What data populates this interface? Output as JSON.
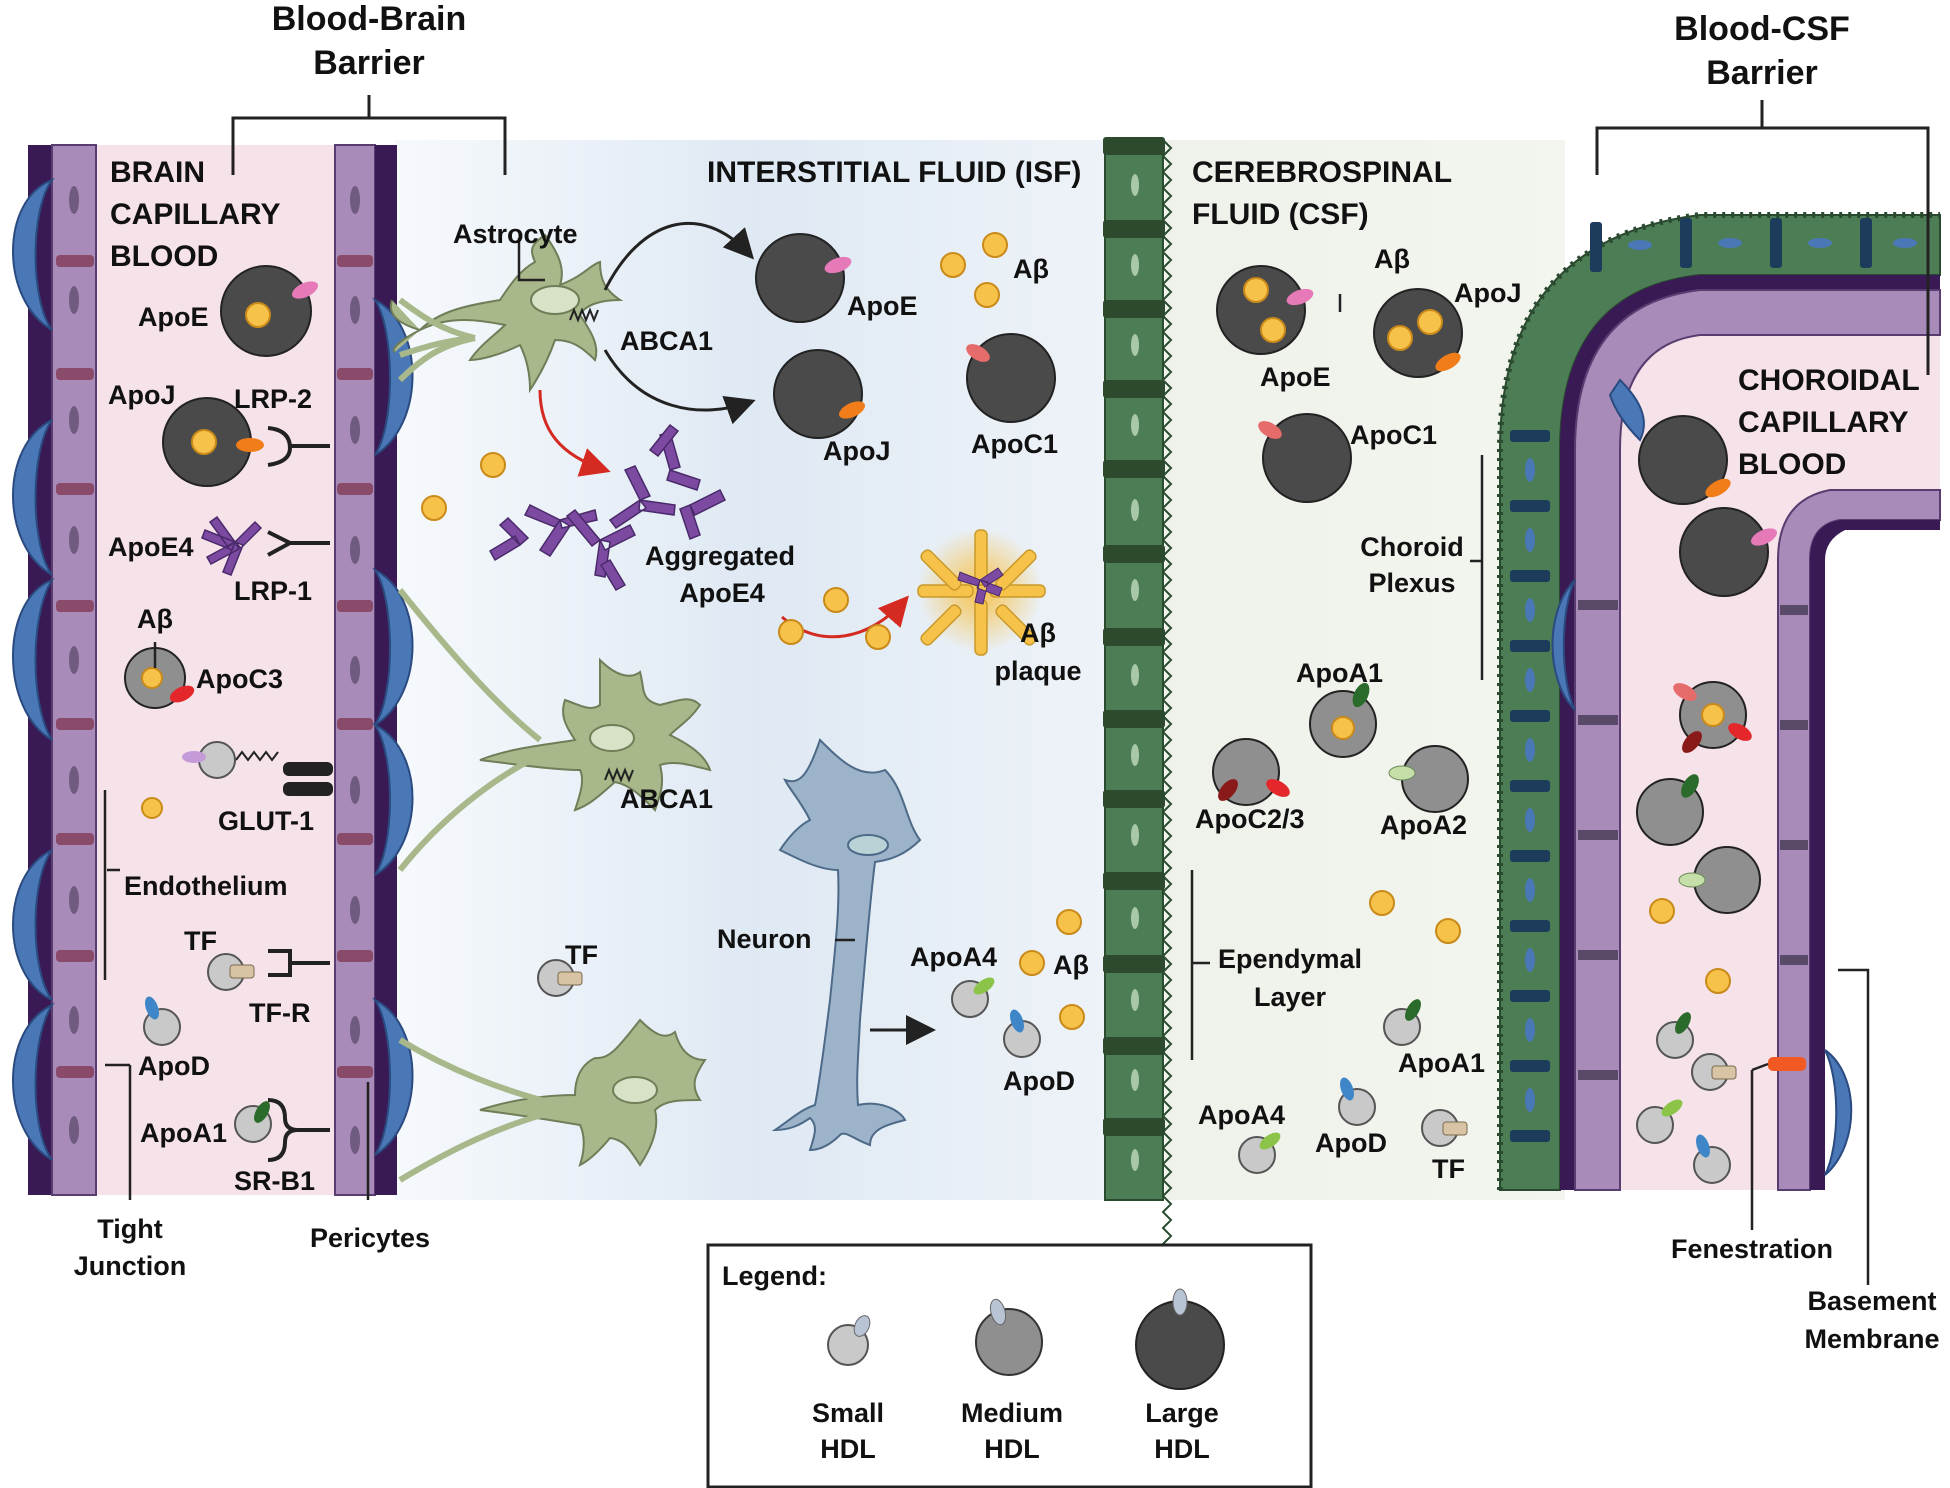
{
  "headers": {
    "bbb_1": "Blood-Brain",
    "bbb_2": "Barrier",
    "bcsf_1": "Blood-CSF",
    "bcsf_2": "Barrier",
    "isf": "INTERSTITIAL FLUID (ISF)",
    "csf_1": "CEREBROSPINAL",
    "csf_2": "FLUID (CSF)",
    "brain_blood_1": "BRAIN",
    "brain_blood_2": "CAPILLARY",
    "brain_blood_3": "BLOOD",
    "choroid_blood_1": "CHOROIDAL",
    "choroid_blood_2": "CAPILLARY",
    "choroid_blood_3": "BLOOD"
  },
  "brain_blood_labels": {
    "apoe": "ApoE",
    "apoj": "ApoJ",
    "lrp2": "LRP-2",
    "apoe4": "ApoE4",
    "lrp1": "LRP-1",
    "abeta": "Aβ",
    "apoc3": "ApoC3",
    "glut1": "GLUT-1",
    "endothelium": "Endothelium",
    "tf": "TF",
    "tfr": "TF-R",
    "apod": "ApoD",
    "apoa1": "ApoA1",
    "srb1": "SR-B1",
    "tight_1": "Tight",
    "tight_2": "Junction",
    "pericytes": "Pericytes"
  },
  "isf_labels": {
    "astrocyte": "Astrocyte",
    "abca1_top": "ABCA1",
    "apoe": "ApoE",
    "apoj": "ApoJ",
    "abeta_top": "Aβ",
    "apoc1": "ApoC1",
    "agg_1": "Aggregated",
    "agg_2": "ApoE4",
    "plaque_1": "Aβ",
    "plaque_2": "plaque",
    "abca1_mid": "ABCA1",
    "neuron": "Neuron",
    "tf": "TF",
    "apoa4": "ApoA4",
    "abeta_low": "Aβ",
    "apod": "ApoD"
  },
  "csf_labels": {
    "apoe": "ApoE",
    "abeta": "Aβ",
    "apoj": "ApoJ",
    "apoc1": "ApoC1",
    "choroid_1": "Choroid",
    "choroid_2": "Plexus",
    "apoa1_top": "ApoA1",
    "apoc23": "ApoC2/3",
    "apoa2": "ApoA2",
    "ependymal_1": "Ependymal",
    "ependymal_2": "Layer",
    "apoa1_low": "ApoA1",
    "apoa4": "ApoA4",
    "apod": "ApoD",
    "tf": "TF",
    "fenestration": "Fenestration",
    "basement_1": "Basement",
    "basement_2": "Membrane"
  },
  "legend": {
    "title": "Legend:",
    "small_1": "Small",
    "small_2": "HDL",
    "medium_1": "Medium",
    "medium_2": "HDL",
    "large_1": "Large",
    "large_2": "HDL"
  },
  "colors": {
    "large_hdl": "#4a4a4a",
    "medium_hdl": "#8f8f8f",
    "small_hdl": "#c9c9c9",
    "abeta": "#f7c24a",
    "apoe": "#e67ab8",
    "apoj": "#f07d1a",
    "apoc1": "#e66b6b",
    "apoc3": "#e3272b",
    "apoa1": "#2a6a2a",
    "apoa2": "#c6dfa8",
    "apoa4": "#8cc44a",
    "apod": "#3f86c9",
    "apoe4_aggregate": "#7d4aa2",
    "endothelium": "#a88bb8",
    "pericyte": "#4a78b6",
    "basement_membrane": "#3a1a55",
    "ependyma": "#4d7d55",
    "astrocyte": "#a8b88a",
    "neuron": "#9db3c9"
  }
}
